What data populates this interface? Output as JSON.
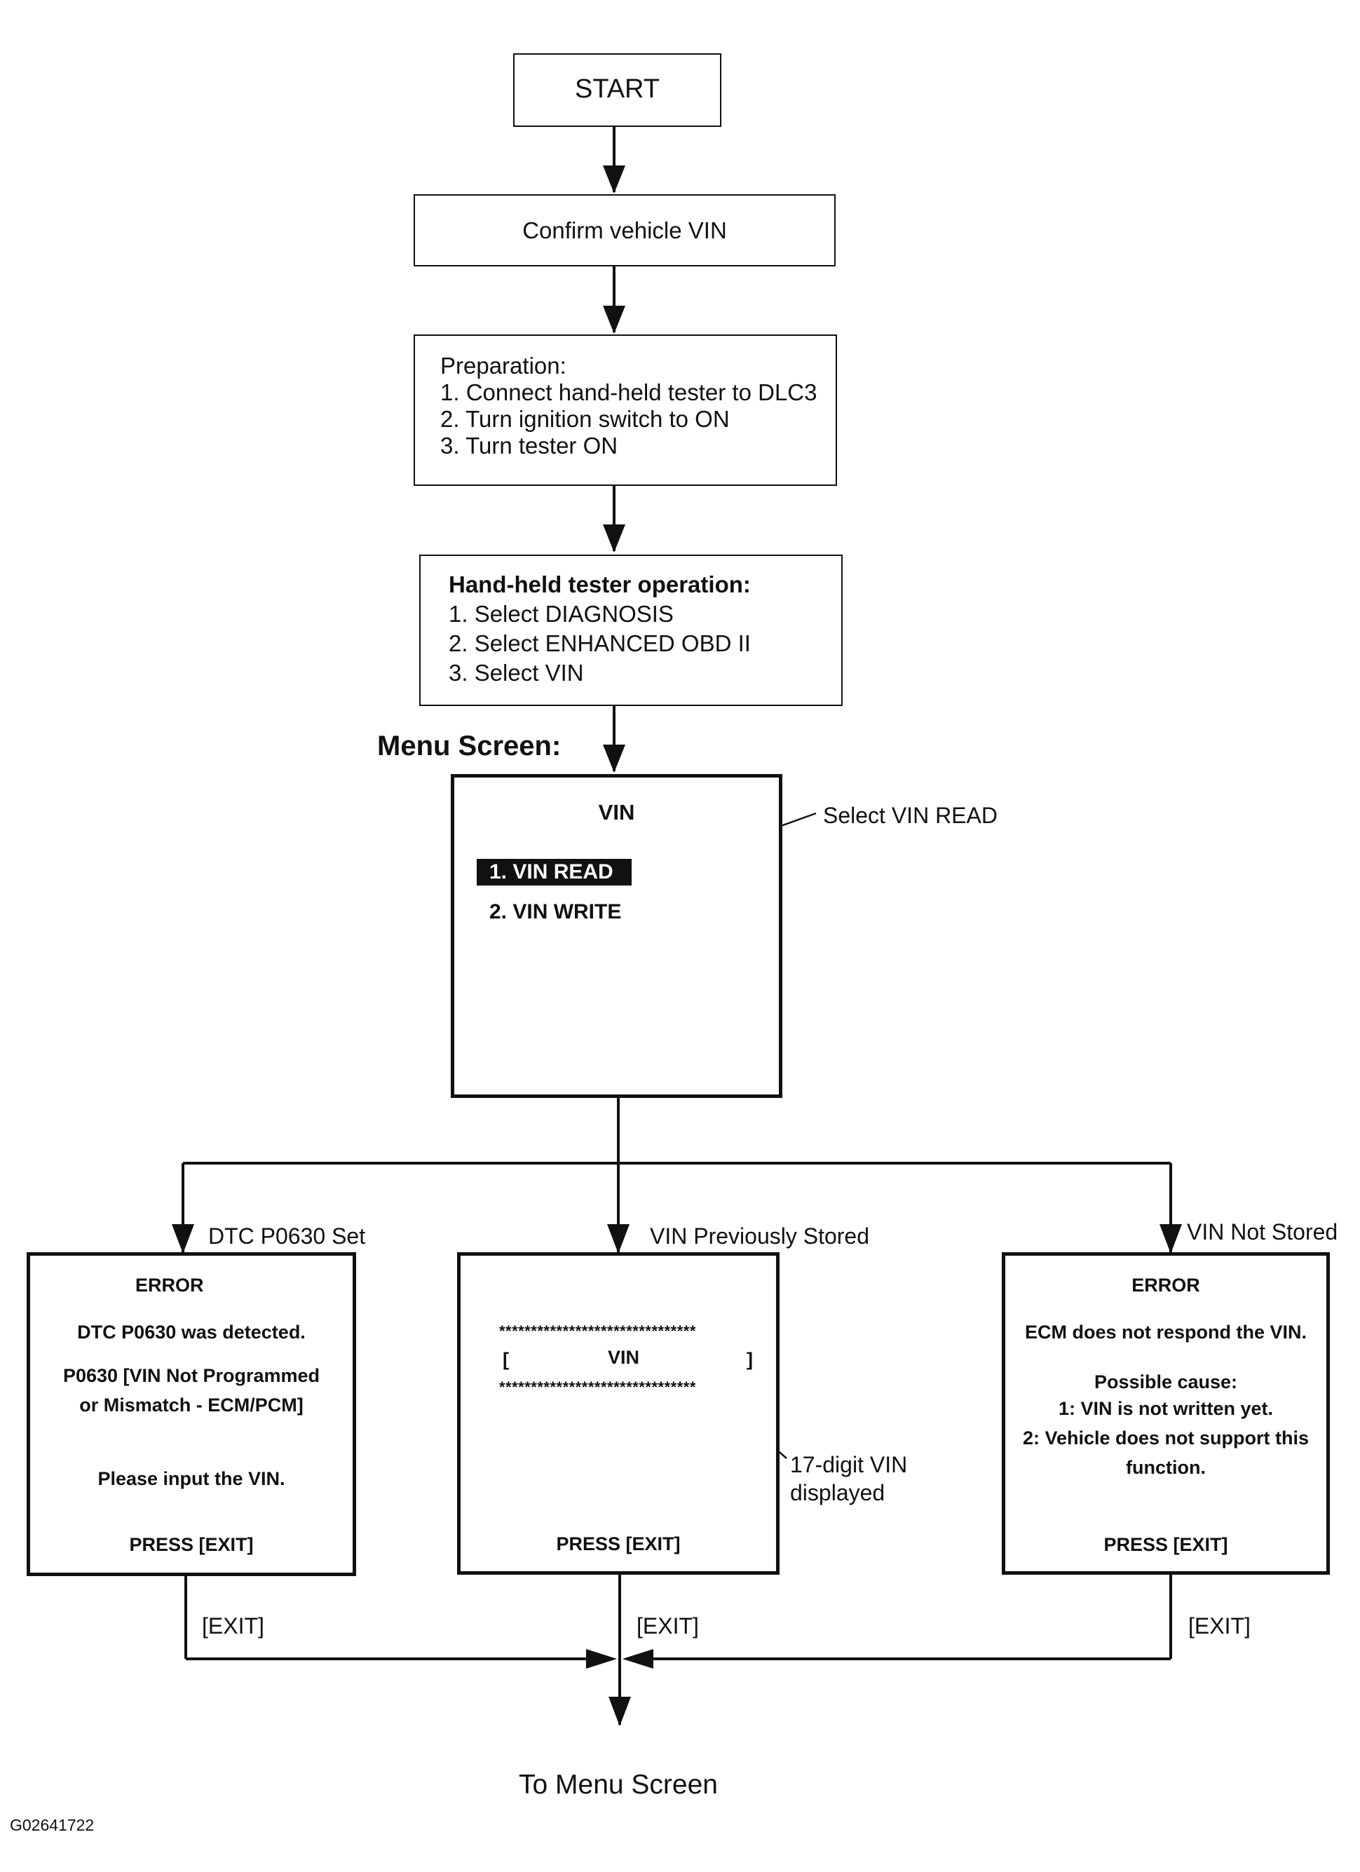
{
  "start": "START",
  "confirm": "Confirm vehicle VIN",
  "preparation": {
    "title": "Preparation:",
    "steps": [
      "1. Connect hand-held tester to DLC3",
      "2. Turn ignition switch to ON",
      "3. Turn tester ON"
    ]
  },
  "tester_operation": {
    "title": "Hand-held tester operation:",
    "steps": [
      "1. Select DIAGNOSIS",
      "2. Select ENHANCED OBD II",
      "3. Select VIN"
    ]
  },
  "menu_screen": {
    "label": "Menu Screen:",
    "title": "VIN",
    "items": [
      "1. VIN READ",
      "2. VIN WRITE"
    ],
    "callout": "Select VIN READ"
  },
  "branches": {
    "left": {
      "label": "DTC P0630 Set",
      "title": "ERROR",
      "line1": "DTC P0630 was detected.",
      "line2": "P0630  [VIN Not Programmed",
      "line3": "or Mismatch - ECM/PCM]",
      "line4": "Please input the VIN.",
      "press": "PRESS [EXIT]",
      "exit": "[EXIT]"
    },
    "center": {
      "label": "VIN Previously Stored",
      "stars": "*******************************",
      "bracket_open": "[",
      "vin": "VIN",
      "bracket_close": "]",
      "callout_line1": "17-digit VIN",
      "callout_line2": "displayed",
      "press": "PRESS [EXIT]",
      "exit": "[EXIT]"
    },
    "right": {
      "label": "VIN Not Stored",
      "title": "ERROR",
      "line1": "ECM does not respond the VIN.",
      "line2": "Possible cause:",
      "line3": "1: VIN is not written yet.",
      "line4": "2: Vehicle does not support this",
      "line5": "function.",
      "press": "PRESS [EXIT]",
      "exit": "[EXIT]"
    }
  },
  "end": "To Menu Screen",
  "figure_id": "G02641722"
}
